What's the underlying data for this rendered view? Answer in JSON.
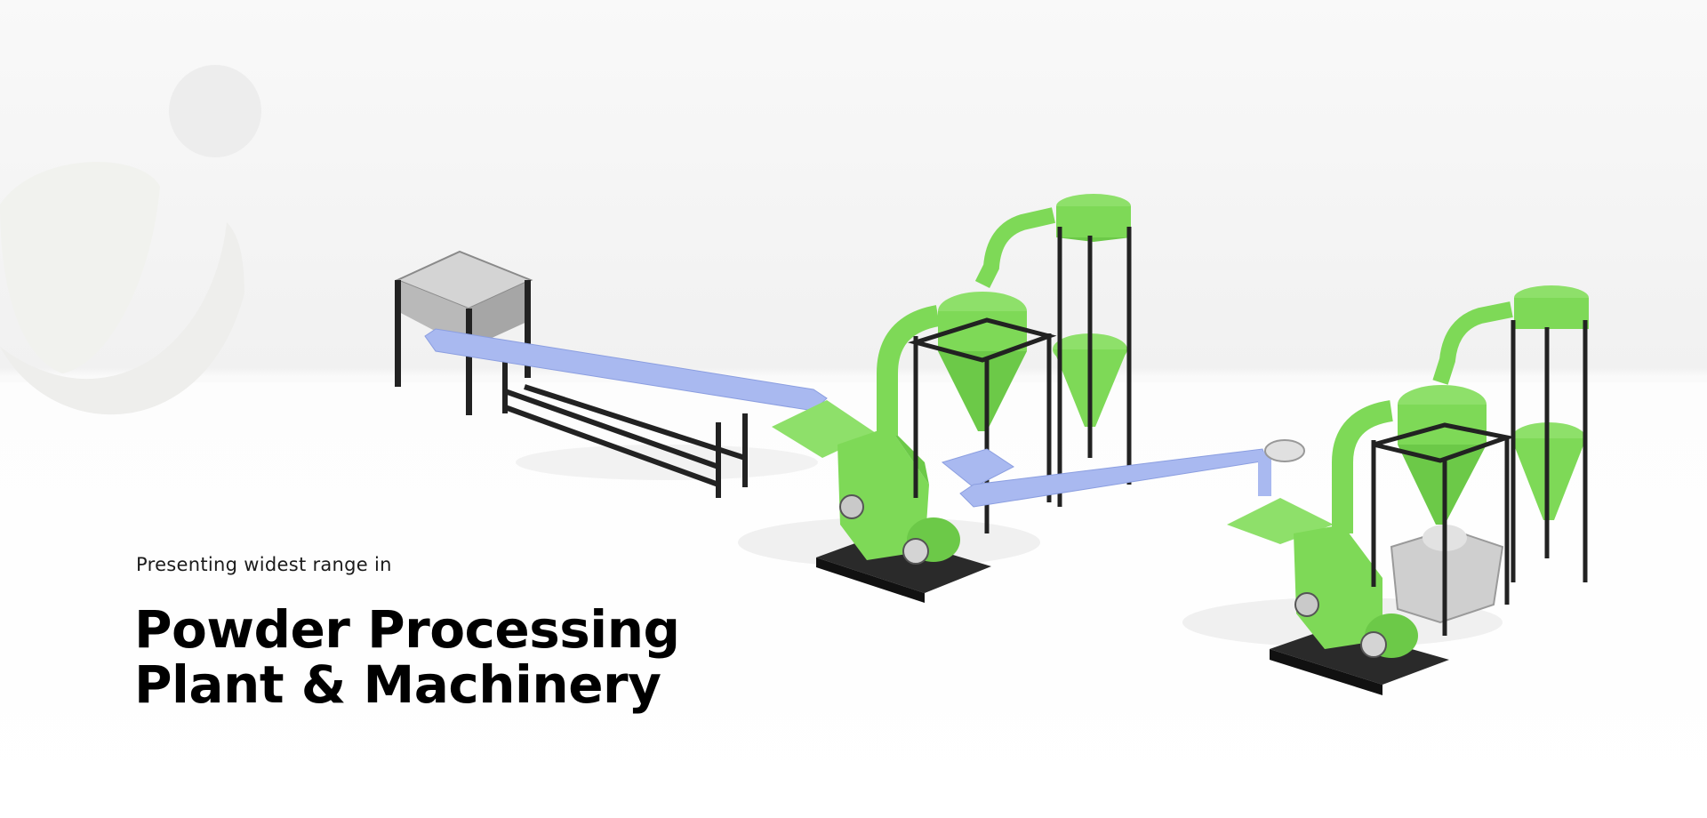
{
  "hero": {
    "tagline": "Presenting widest range in",
    "headline_line1": "Powder Processing",
    "headline_line2": "Plant & Machinery"
  },
  "colors": {
    "machine_green": "#7ed957",
    "conveyor_blue": "#a9b9f0",
    "frame_dark": "#222222",
    "steel_grey": "#c4c4c4",
    "watermark": "#eeeeee"
  }
}
